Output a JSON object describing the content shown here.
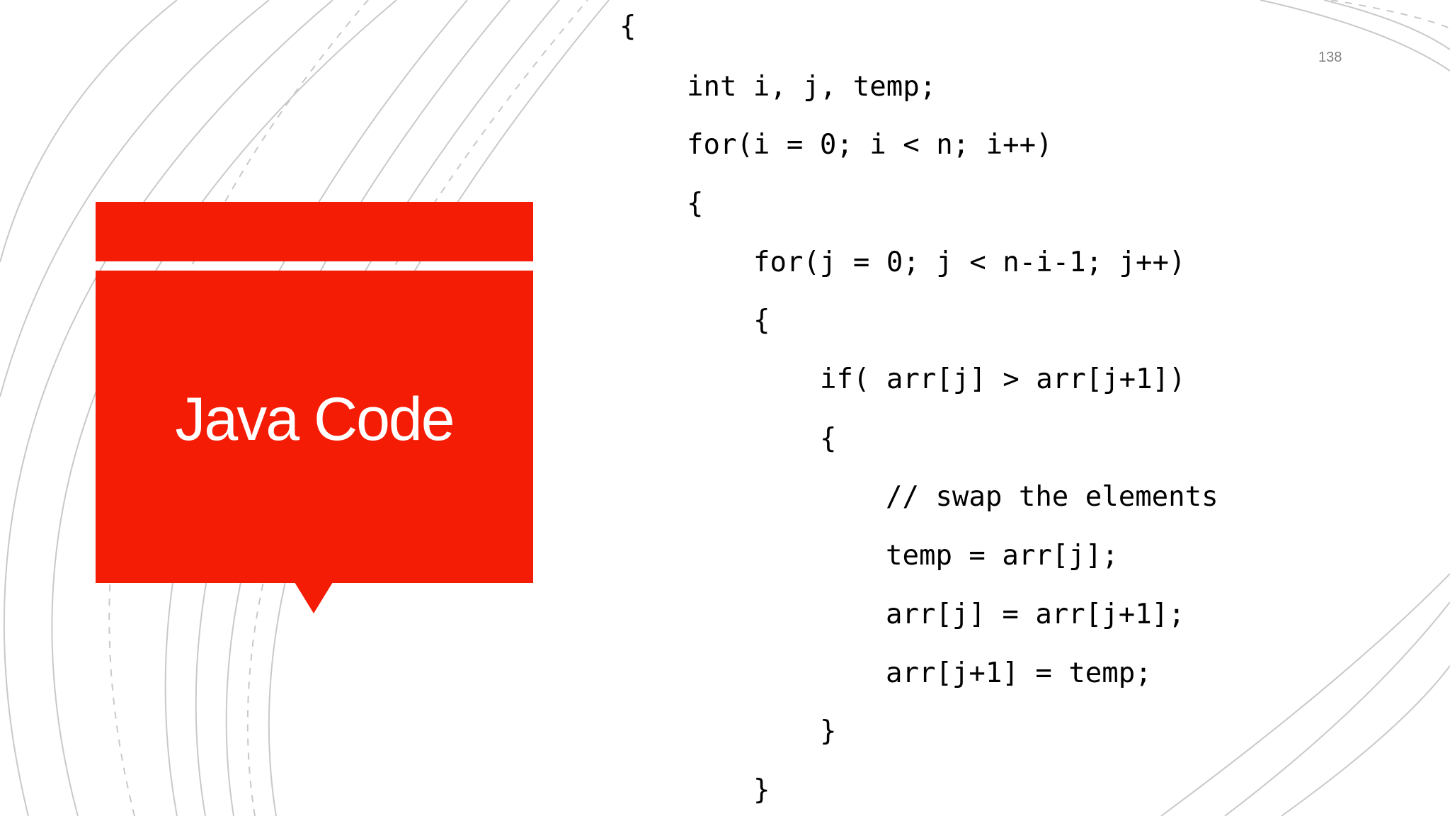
{
  "slide": {
    "title": "Java Code",
    "slide_number": "138",
    "accent_color": "#f51c06",
    "arc_color": "#c9c9c9"
  },
  "code": {
    "lines": [
      "{",
      "int i, j, temp;",
      "for(i = 0; i < n; i++)",
      "{",
      "for(j = 0; j < n-i-1; j++)",
      "{",
      "if( arr[j] > arr[j+1])",
      "{",
      "// swap the elements",
      "temp = arr[j];",
      "arr[j] = arr[j+1];",
      "arr[j+1] = temp;",
      "}",
      "}"
    ]
  }
}
